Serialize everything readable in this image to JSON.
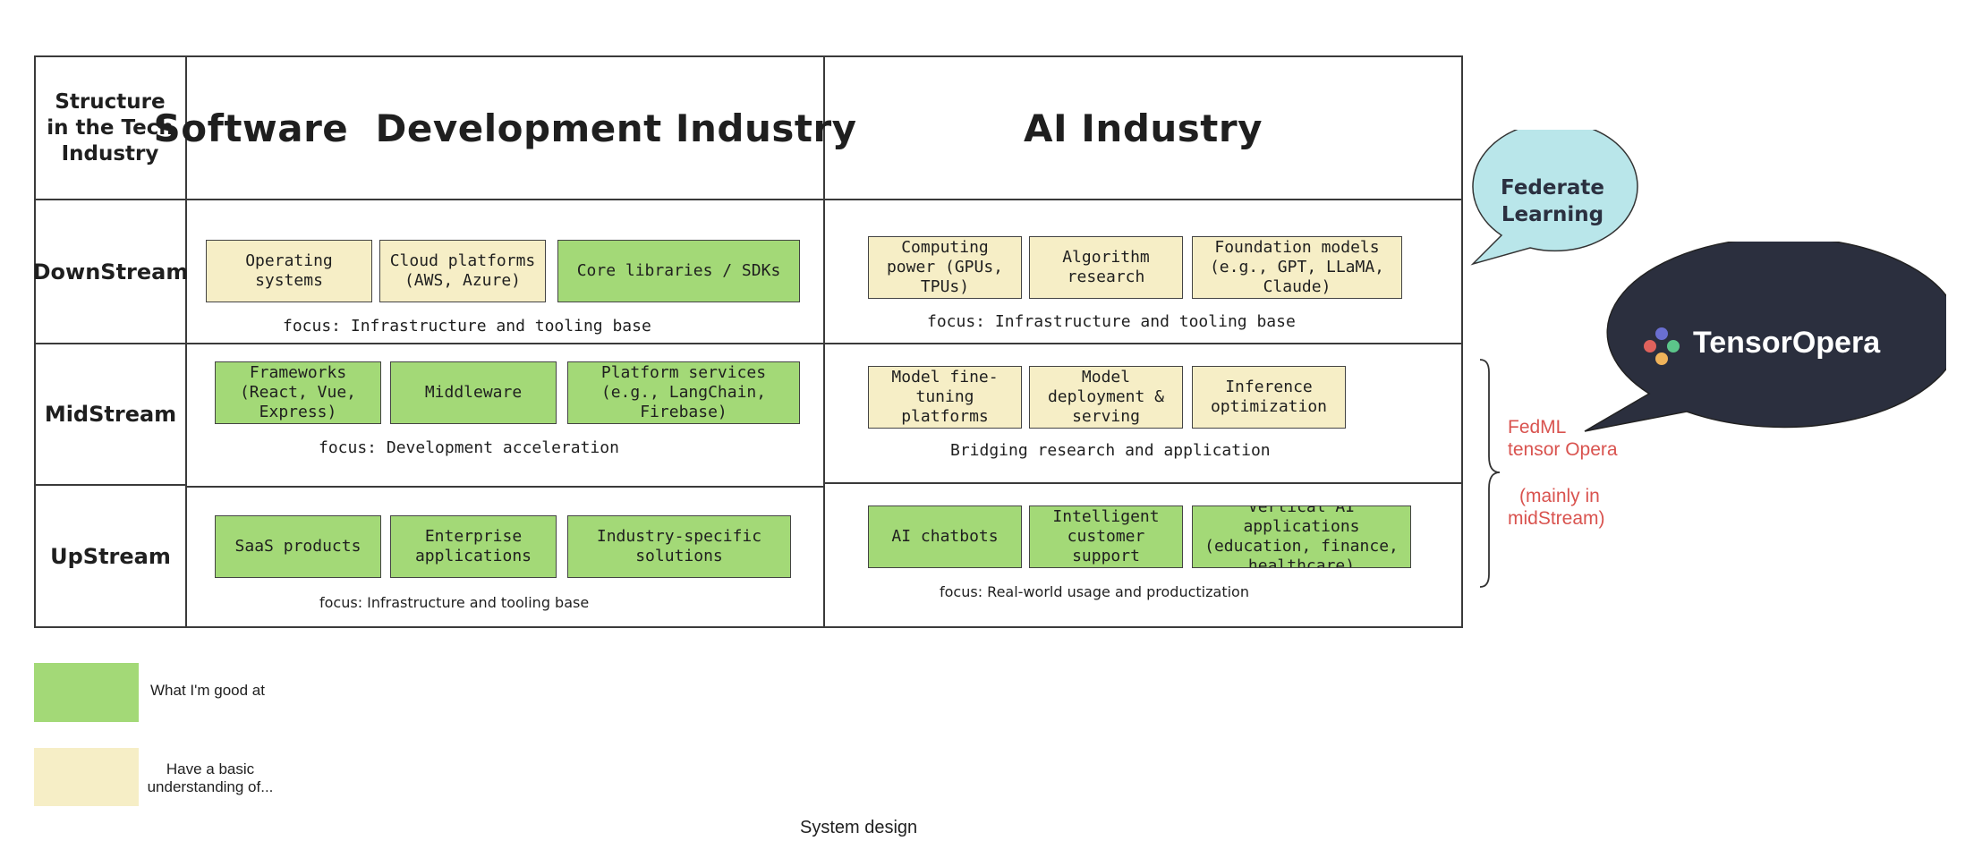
{
  "table": {
    "corner_label": "Structure in the Tech Industry",
    "columns": [
      "Software  Development Industry",
      "AI Industry"
    ],
    "rows": [
      "DownStream",
      "MidStream",
      "UpStream"
    ]
  },
  "software": {
    "downstream": {
      "boxes": [
        {
          "label": "Operating systems",
          "level": "basic"
        },
        {
          "label": "Cloud platforms (AWS, Azure)",
          "level": "basic"
        },
        {
          "label": "Core libraries / SDKs",
          "level": "good"
        }
      ],
      "focus": "focus: Infrastructure and tooling base"
    },
    "midstream": {
      "boxes": [
        {
          "label": "Frameworks (React, Vue, Express)",
          "level": "good"
        },
        {
          "label": "Middleware",
          "level": "good"
        },
        {
          "label": "Platform services (e.g., LangChain, Firebase)",
          "level": "good"
        }
      ],
      "focus": "focus: Development acceleration"
    },
    "upstream": {
      "boxes": [
        {
          "label": "SaaS products",
          "level": "good"
        },
        {
          "label": "Enterprise applications",
          "level": "good"
        },
        {
          "label": "Industry-specific solutions",
          "level": "good"
        }
      ],
      "focus": "focus: Infrastructure and tooling base"
    }
  },
  "ai": {
    "downstream": {
      "boxes": [
        {
          "label": "Computing power (GPUs, TPUs)",
          "level": "basic"
        },
        {
          "label": "Algorithm research",
          "level": "basic"
        },
        {
          "label": "Foundation models (e.g., GPT, LLaMA, Claude)",
          "level": "basic"
        }
      ],
      "focus": "focus: Infrastructure and tooling base"
    },
    "midstream": {
      "boxes": [
        {
          "label": "Model fine-tuning platforms",
          "level": "basic"
        },
        {
          "label": "Model deployment & serving",
          "level": "basic"
        },
        {
          "label": "Inference optimization",
          "level": "basic"
        }
      ],
      "focus": "Bridging research and application"
    },
    "upstream": {
      "boxes": [
        {
          "label": "AI chatbots",
          "level": "good"
        },
        {
          "label": "Intelligent customer support",
          "level": "good"
        },
        {
          "label": "Vertical AI applications (education, finance, healthcare)",
          "level": "good"
        }
      ],
      "focus": "focus: Real-world usage and productization"
    }
  },
  "callouts": {
    "federate": "Federate Learning",
    "brand": "TensorOpera",
    "note_line1": "FedML",
    "note_line2": "tensor Opera",
    "note_line3": "(mainly in",
    "note_line4": "midStream)"
  },
  "legend": {
    "good": "What I'm good at",
    "basic": "Have a basic understanding of..."
  },
  "footer": "System design",
  "colors": {
    "good": "#a3d977",
    "basic": "#f6eec6",
    "bubble_light": "#b9e6ea",
    "bubble_dark": "#2b2f3e",
    "note_red": "#d9534f"
  }
}
